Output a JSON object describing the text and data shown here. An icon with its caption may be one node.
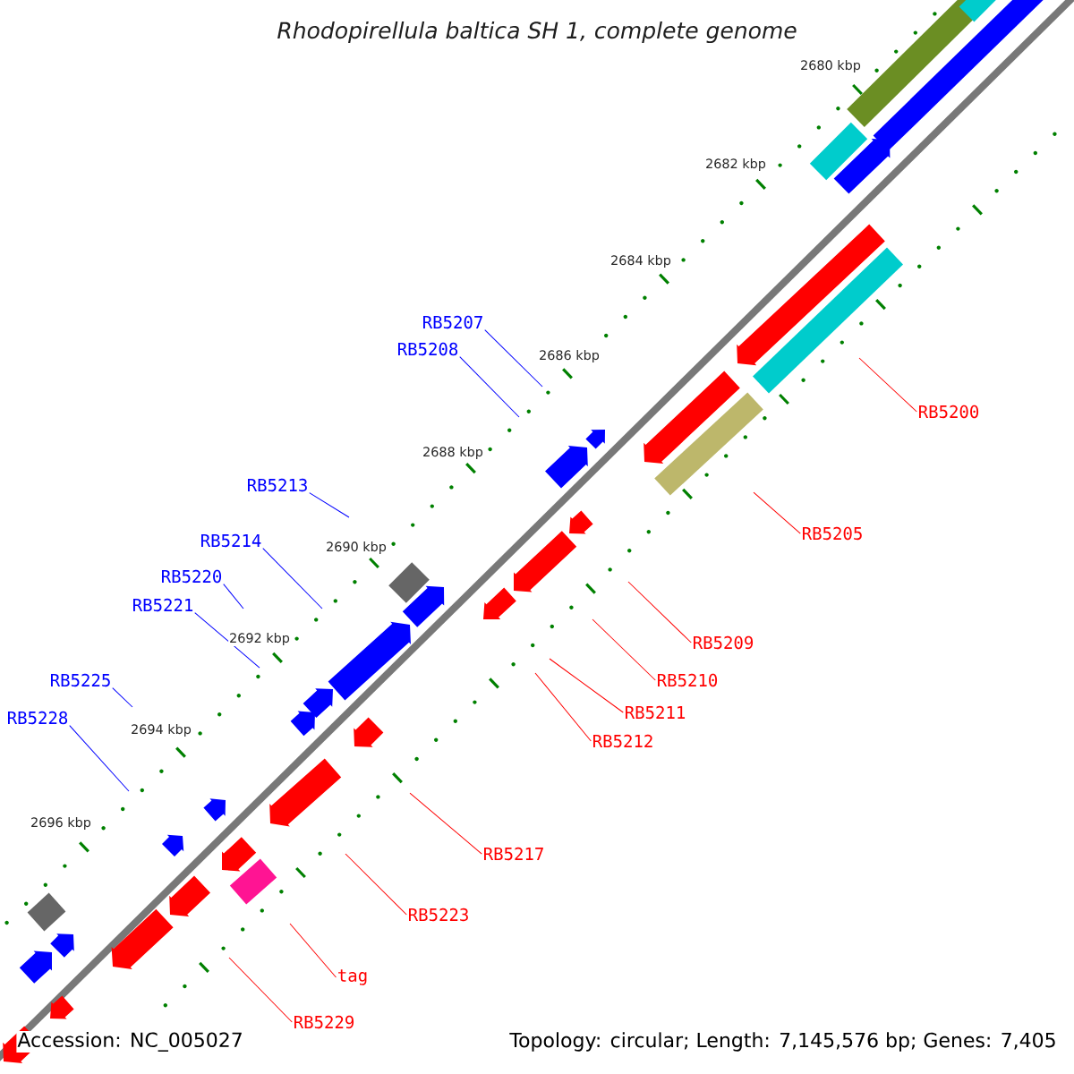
{
  "diagram": {
    "title": "Rhodopirellula baltica SH 1, complete genome",
    "nodes": [
      {
        "text": [
          "RB5207"
        ]
      },
      {
        "text": [
          "RB5208"
        ]
      },
      {
        "text": [
          "RB5200"
        ]
      },
      {
        "text": [
          "RB5213"
        ]
      },
      {
        "text": [
          "RB5205"
        ]
      },
      {
        "text": [
          "RB5214"
        ]
      },
      {
        "text": [
          "RB5220"
        ]
      },
      {
        "text": [
          "RB5221"
        ]
      },
      {
        "text": [
          "RB5209"
        ]
      },
      {
        "text": [
          "RB5225"
        ]
      },
      {
        "text": [
          "RB5210"
        ]
      },
      {
        "text": [
          "RB5211"
        ]
      },
      {
        "text": [
          "RB5228"
        ]
      },
      {
        "text": [
          "RB5212"
        ]
      },
      {
        "text": [
          "RB5217"
        ]
      },
      {
        "text": [
          "RB5223"
        ]
      },
      {
        "text": [
          "tag"
        ]
      },
      {
        "text": [
          "RB5229"
        ]
      }
    ],
    "edges": [
      {
        "from": 0,
        "to": null,
        "arrow": "none",
        "color": "#0000ff"
      },
      {
        "from": 1,
        "to": null,
        "arrow": "none",
        "color": "#0000ff"
      },
      {
        "from": 2,
        "to": null,
        "arrow": "none"
      },
      {
        "from": 3,
        "to": null,
        "arrow": "none",
        "color": "#0000ff"
      },
      {
        "from": 4,
        "to": null,
        "arrow": "none"
      },
      {
        "from": 5,
        "to": null,
        "arrow": "none",
        "color": "#0000ff"
      },
      {
        "from": 6,
        "to": null,
        "arrow": "none",
        "color": "#0000ff"
      },
      {
        "from": 7,
        "to": null,
        "arrow": "none",
        "color": "#0000ff"
      },
      {
        "from": 8,
        "to": null,
        "arrow": "none"
      },
      {
        "from": 9,
        "to": null,
        "arrow": "none",
        "color": "#0000ff"
      },
      {
        "from": 10,
        "to": null,
        "arrow": "none"
      },
      {
        "from": 11,
        "to": null,
        "arrow": "none"
      },
      {
        "from": 12,
        "to": null,
        "arrow": "none",
        "color": "#0000ff"
      },
      {
        "from": 13,
        "to": null,
        "arrow": "none"
      },
      {
        "from": 14,
        "to": null,
        "arrow": "none"
      },
      {
        "from": 15,
        "to": null,
        "arrow": "none"
      },
      {
        "from": 16,
        "to": null,
        "arrow": "none"
      },
      {
        "from": 17,
        "to": null,
        "arrow": "none"
      }
    ],
    "labels": [
      "2680 kbp",
      "2682 kbp",
      "2684 kbp",
      "2686 kbp",
      "2688 kbp",
      "2690 kbp",
      "2692 kbp",
      "2694 kbp",
      "2696 kbp",
      "Accession: NC_005027",
      "Topology: circular; Length: 7,145,576 bp; Genes: 7,405"
    ]
  }
}
